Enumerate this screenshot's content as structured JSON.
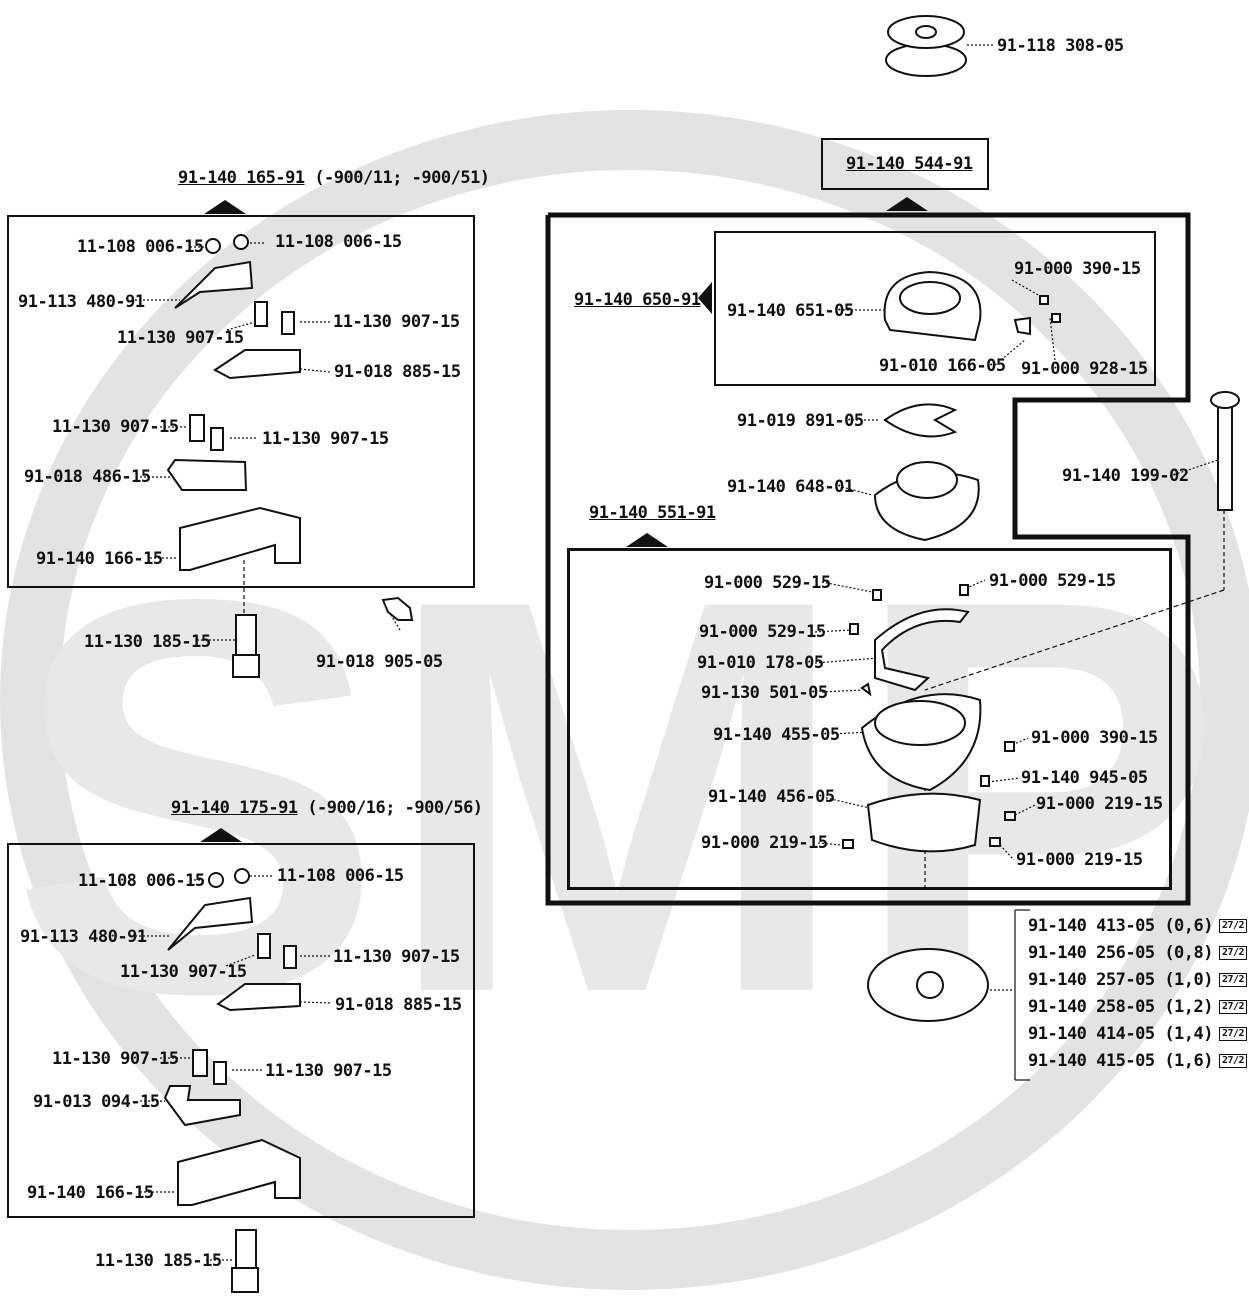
{
  "watermark": {
    "text": "SMP",
    "color": "#d9d9d9"
  },
  "top_assembly": {
    "bobbin_label": "91-118 308-05",
    "header": "91-140 544-91",
    "upper_group": {
      "label": "91-140 650-91",
      "parts": [
        "91-140 651-05",
        "91-000 390-15",
        "91-010 166-05",
        "91-000 928-15"
      ]
    },
    "middle_parts": [
      "91-019 891-05",
      "91-140 648-01",
      "91-140 199-02"
    ],
    "lower_group": {
      "label": "91-140 551-91",
      "parts": [
        "91-000 529-15",
        "91-000 529-15",
        "91-000 529-15",
        "91-010 178-05",
        "91-130 501-05",
        "91-140 455-05",
        "91-000 390-15",
        "91-140 945-05",
        "91-140 456-05",
        "91-000 219-15",
        "91-000 219-15",
        "91-000 219-15"
      ]
    },
    "plate_variants": [
      {
        "part": "91-140 413-05",
        "size": "(0,6)",
        "ref": "27/2"
      },
      {
        "part": "91-140 256-05",
        "size": "(0,8)",
        "ref": "27/2"
      },
      {
        "part": "91-140 257-05",
        "size": "(1,0)",
        "ref": "27/2"
      },
      {
        "part": "91-140 258-05",
        "size": "(1,2)",
        "ref": "27/2"
      },
      {
        "part": "91-140 414-05",
        "size": "(1,4)",
        "ref": "27/2"
      },
      {
        "part": "91-140 415-05",
        "size": "(1,6)",
        "ref": "27/2"
      }
    ]
  },
  "left_top_assembly": {
    "header_part": "91-140 165-91",
    "header_note": "(-900/11; -900/51)",
    "parts": [
      "11-108 006-15",
      "11-108 006-15",
      "91-113 480-91",
      "11-130 907-15",
      "11-130 907-15",
      "91-018 885-15",
      "11-130 907-15",
      "11-130 907-15",
      "91-018 486-15",
      "91-140 166-15"
    ],
    "outside": [
      "11-130 185-15",
      "91-018 905-05"
    ]
  },
  "left_bottom_assembly": {
    "header_part": "91-140 175-91",
    "header_note": "(-900/16; -900/56)",
    "parts": [
      "11-108 006-15",
      "11-108 006-15",
      "91-113 480-91",
      "11-130 907-15",
      "11-130 907-15",
      "91-018 885-15",
      "11-130 907-15",
      "11-130 907-15",
      "91-013 094-15",
      "91-140 166-15"
    ],
    "outside": [
      "11-130 185-15"
    ]
  }
}
